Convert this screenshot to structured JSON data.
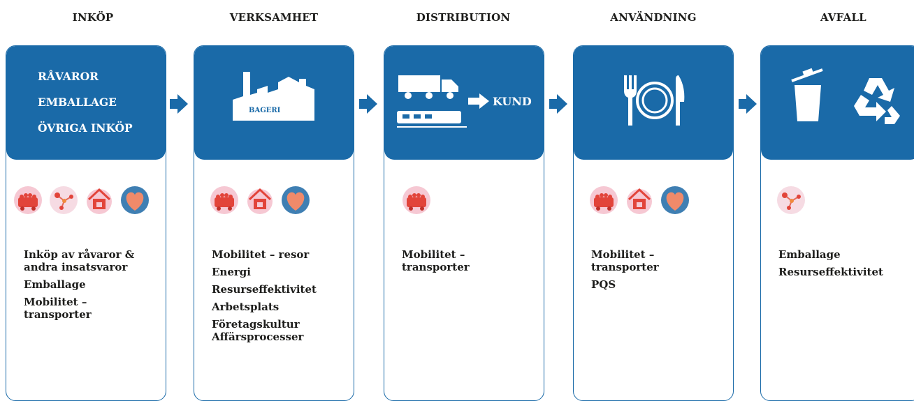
{
  "stages": [
    {
      "title": "INKÖP"
    },
    {
      "title": "VERKSAMHET"
    },
    {
      "title": "DISTRIBUTION"
    },
    {
      "title": "ANVÄNDNING"
    },
    {
      "title": "AVFALL"
    }
  ],
  "inkop": {
    "head": [
      "RÅVAROR",
      "EMBALLAGE",
      "ÖVRIGA INKÖP"
    ],
    "items": [
      "Inköp av råvaror &",
      "andra insatsvaror",
      "Emballage",
      "Mobilitet –",
      "transporter"
    ]
  },
  "verksamhet": {
    "bageri_label": "BAGERI",
    "items": [
      "Mobilitet – resor",
      "Energi",
      "Resurseffektivitet",
      "Arbetsplats",
      "Företagskultur",
      "Affärsprocesser"
    ]
  },
  "distribution": {
    "kund_label": "KUND",
    "items": [
      "Mobilitet –",
      "transporter"
    ]
  },
  "anvandning": {
    "items": [
      "Mobilitet –",
      "transporter",
      "PQS"
    ]
  },
  "avfall": {
    "items": [
      "Emballage",
      "Resurseffektivitet"
    ]
  },
  "colors": {
    "primary_blue": "#1a6aa8",
    "icon_red": "#e2443a",
    "icon_pink": "#f4c9d6",
    "heart_blue": "#3f7fb3"
  }
}
